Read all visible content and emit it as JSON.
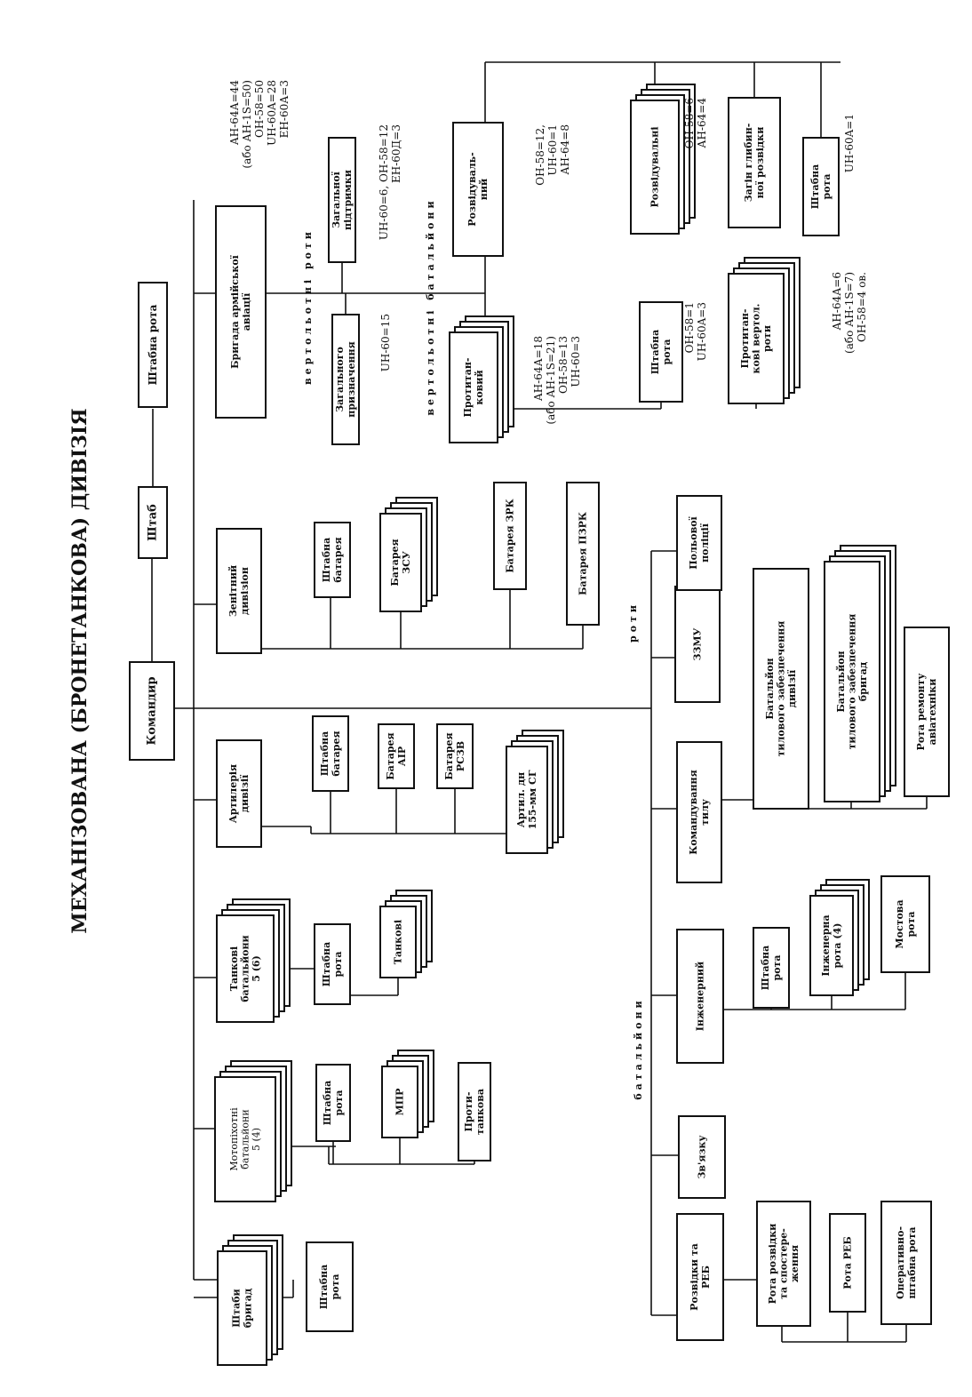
{
  "title": "МЕХАНІЗОВАНА (БРОНЕТАНКОВА) ДИВІЗІЯ",
  "boxes": {
    "commander": "Командир",
    "staff": "Штаб",
    "hq_company_top": "Штабна рота",
    "brigade_hq": [
      "Штаби",
      "бригад"
    ],
    "hq_company_1": [
      "Штабна",
      "рота"
    ],
    "mech_battalions": [
      "Мотопіхотні",
      "батальйони",
      "5 (4)"
    ],
    "mech_hq": [
      "Штабна",
      "рота"
    ],
    "mpr": [
      "МПР"
    ],
    "antitank": [
      "Проти-",
      "танкова"
    ],
    "tank_battalions": [
      "Танкові",
      "батальйони",
      "5 (6)"
    ],
    "tank_hq": [
      "Штабна",
      "рота"
    ],
    "tank_co": [
      "Танкові"
    ],
    "artillery": [
      "Артилерія",
      "дивізії"
    ],
    "art_hq": [
      "Штабна",
      "батарея"
    ],
    "art_aip": [
      "Батарея",
      "АІР"
    ],
    "art_rszv": [
      "Батарея",
      "РСЗВ"
    ],
    "art_155": [
      "Артил. дн",
      "155-мм СГ"
    ],
    "aa_battalion": [
      "Зенітний",
      "дивізіон"
    ],
    "aa_hq": [
      "Штабна",
      "батарея"
    ],
    "aa_zsu": [
      "Батарея",
      "ЗСУ"
    ],
    "aa_zrk": [
      "Батарея ЗРК"
    ],
    "aa_pzrk": [
      "Батарея ПЗРК"
    ],
    "aviation_brigade": [
      "Бригада армійської",
      "авіації"
    ],
    "gp_heli": [
      "Загального",
      "призначення"
    ],
    "gs_heli": [
      "Загальної",
      "підтримки"
    ],
    "recon_bn": [
      "Розвідуваль-",
      "ний"
    ],
    "at_bn": [
      "Протитан-",
      "ковий"
    ],
    "recon_co": [
      "Розвідувальні"
    ],
    "deep_recon": [
      "Загін глибин-",
      "ної розвідки"
    ],
    "recon_hq": [
      "Штабна",
      "рота"
    ],
    "at_hq": [
      "Штабна",
      "рота"
    ],
    "at_heli_co": [
      "Протитан-",
      "кові вертол.",
      "роти"
    ],
    "recon_reb": [
      "Розвідки та",
      "РЕБ"
    ],
    "recon_obs": [
      "Рота розвідки",
      "та спостере-",
      "ження"
    ],
    "reb_co": [
      "Рота РЕБ"
    ],
    "ops_hq": [
      "Оперативно-",
      "штабна рота"
    ],
    "signal": [
      "Зв'язку"
    ],
    "engineer": [
      "Інженерний"
    ],
    "eng_hq": [
      "Штабна",
      "рота"
    ],
    "eng_co": [
      "Інженерна",
      "рота (4)"
    ],
    "bridge": [
      "Мостова",
      "рота"
    ],
    "rear_command": [
      "Командування",
      "тилу"
    ],
    "rear_div": [
      "Батальйон",
      "тилового забезпечення",
      "дивізії"
    ],
    "rear_brig": [
      "Батальйон",
      "тилового забезпечення",
      "бригад"
    ],
    "aviation_repair": [
      "Рота ремонту",
      "авіатехніки"
    ],
    "zzmu": [
      "ЗЗМУ"
    ],
    "mp": [
      "Польової",
      "поліції"
    ]
  },
  "labels": {
    "heli_companies": "вертольотні роти",
    "heli_battalions": "вертольотні батальйони",
    "companies": "роти",
    "battalions": "батальйони"
  },
  "notes": {
    "aviation": [
      "АН-64А=44",
      "(або АН-1S=50)",
      "ОН-58=50",
      "UH-60A=28",
      "ЕН-60А=3"
    ],
    "gp": [
      "UH-60=15"
    ],
    "gs": [
      "UH-60=6, ОН-58=12",
      "ЕН-60Д=3"
    ],
    "recon_bn": [
      "ОН-58=12,",
      "UH-60=1",
      "АН-64=8"
    ],
    "at_bn": [
      "АН-64А=18",
      "(або АН-1S=21)",
      "ОН-58=13",
      "UH-60=3"
    ],
    "recon_co": [
      "ОН-58=6",
      "АН-64=4"
    ],
    "recon_hq": [
      "UH-60A=1"
    ],
    "at_hq": [
      "ОН-58=1",
      "UH-60A=3"
    ],
    "at_heli_co": [
      "АН-64А=6",
      "(або АН-1S=7)",
      "ОН-58=4 ов."
    ]
  }
}
